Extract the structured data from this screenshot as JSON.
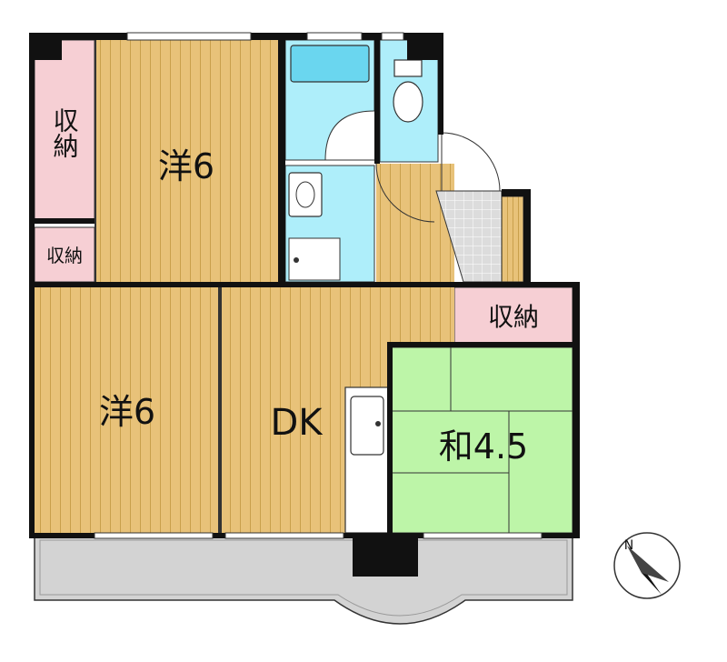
{
  "rooms": {
    "western_room_top": {
      "type": "洋",
      "size": "6"
    },
    "western_room_left": {
      "type": "洋",
      "size": "6"
    },
    "dining_kitchen": {
      "label": "DK"
    },
    "japanese_room": {
      "type": "和",
      "size": "4.5"
    },
    "closet_top_left": {
      "label": "収納"
    },
    "closet_small_left": {
      "label": "収納"
    },
    "closet_right": {
      "label": "収納"
    }
  },
  "compass": {
    "north_label": "N"
  },
  "colors": {
    "wood_floor": "#e8c279",
    "wood_grain": "#c9a04c",
    "tatami": "#bdf5a8",
    "closet": "#f6cfd4",
    "wet_area": "#aeeefa",
    "balcony": "#d3d3d3",
    "wall": "#111111",
    "entrance_tile": "#dcdcdc"
  }
}
